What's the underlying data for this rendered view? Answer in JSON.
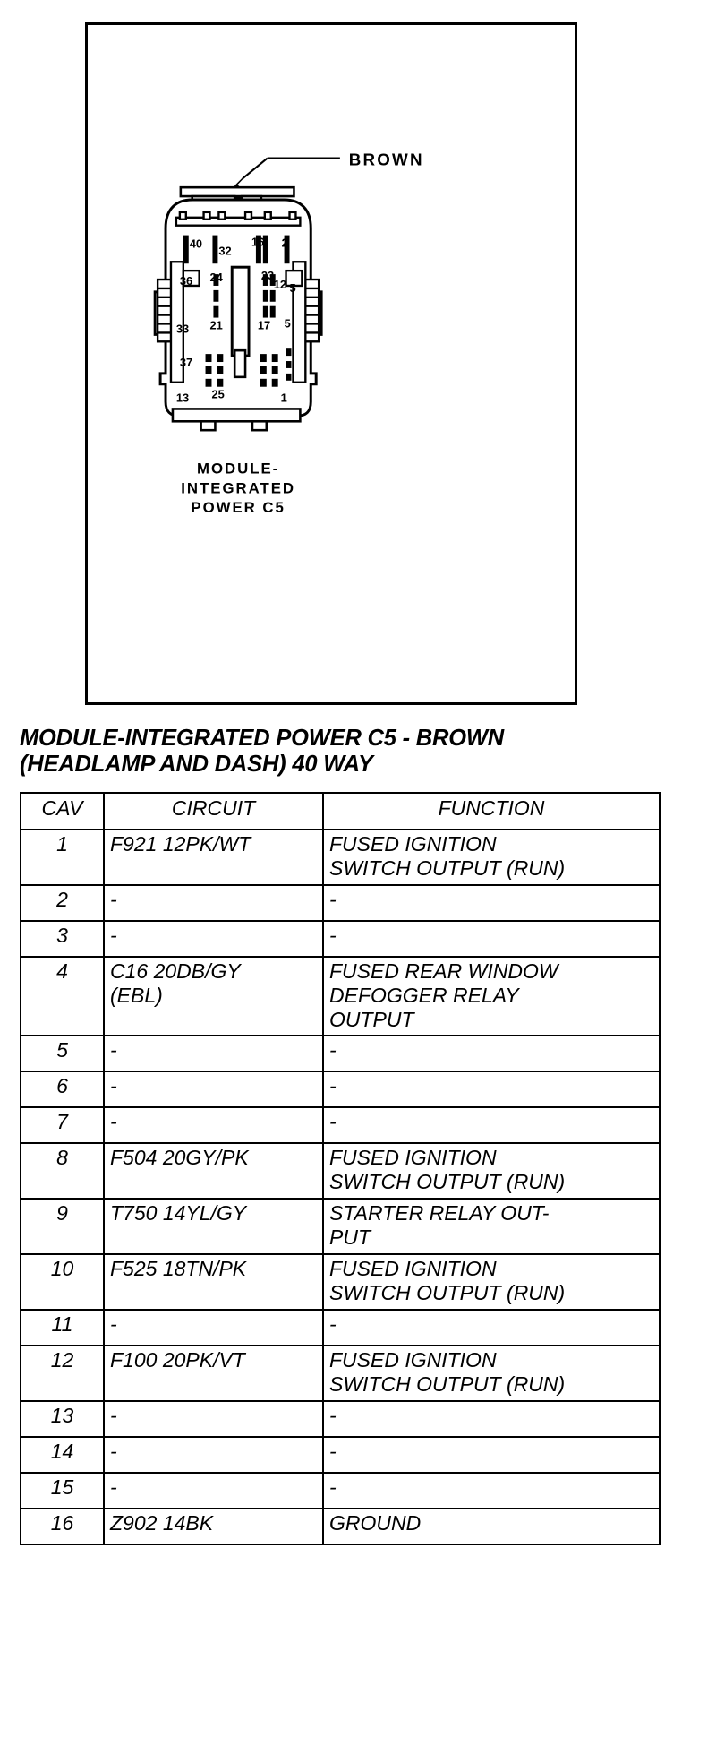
{
  "figure": {
    "callout_label": "BROWN",
    "caption_lines": [
      "MODULE-",
      "INTEGRATED",
      "POWER C5"
    ],
    "connector_pin_labels": [
      "40",
      "32",
      "16",
      "2",
      "36",
      "24",
      "23",
      "12",
      "5",
      "33",
      "21",
      "17",
      "5",
      "37",
      "25",
      "13",
      "1"
    ],
    "line_color": "#000000"
  },
  "title": {
    "line1": "MODULE-INTEGRATED POWER C5 - BROWN",
    "line2": "(HEADLAMP AND DASH) 40 WAY"
  },
  "table": {
    "headers": [
      "CAV",
      "CIRCUIT",
      "FUNCTION"
    ],
    "rows": [
      {
        "cav": "1",
        "circuit": [
          "F921 12PK/WT"
        ],
        "function": [
          "FUSED IGNITION",
          "SWITCH OUTPUT (RUN)"
        ]
      },
      {
        "cav": "2",
        "circuit": [
          "-"
        ],
        "function": [
          "-"
        ]
      },
      {
        "cav": "3",
        "circuit": [
          "-"
        ],
        "function": [
          "-"
        ]
      },
      {
        "cav": "4",
        "circuit": [
          "C16 20DB/GY",
          "(EBL)"
        ],
        "function": [
          "FUSED REAR WINDOW",
          "DEFOGGER RELAY",
          "OUTPUT"
        ]
      },
      {
        "cav": "5",
        "circuit": [
          "-"
        ],
        "function": [
          "-"
        ]
      },
      {
        "cav": "6",
        "circuit": [
          "-"
        ],
        "function": [
          "-"
        ]
      },
      {
        "cav": "7",
        "circuit": [
          "-"
        ],
        "function": [
          "-"
        ]
      },
      {
        "cav": "8",
        "circuit": [
          "F504 20GY/PK"
        ],
        "function": [
          "FUSED IGNITION",
          "SWITCH OUTPUT (RUN)"
        ]
      },
      {
        "cav": "9",
        "circuit": [
          "T750 14YL/GY"
        ],
        "function": [
          "STARTER RELAY OUT-",
          "PUT"
        ]
      },
      {
        "cav": "10",
        "circuit": [
          "F525 18TN/PK"
        ],
        "function": [
          "FUSED IGNITION",
          "SWITCH OUTPUT (RUN)"
        ]
      },
      {
        "cav": "11",
        "circuit": [
          "-"
        ],
        "function": [
          "-"
        ]
      },
      {
        "cav": "12",
        "circuit": [
          "F100 20PK/VT"
        ],
        "function": [
          "FUSED IGNITION",
          "SWITCH OUTPUT (RUN)"
        ]
      },
      {
        "cav": "13",
        "circuit": [
          "-"
        ],
        "function": [
          "-"
        ]
      },
      {
        "cav": "14",
        "circuit": [
          "-"
        ],
        "function": [
          "-"
        ]
      },
      {
        "cav": "15",
        "circuit": [
          "-"
        ],
        "function": [
          "-"
        ]
      },
      {
        "cav": "16",
        "circuit": [
          "Z902 14BK"
        ],
        "function": [
          "GROUND"
        ]
      }
    ]
  }
}
